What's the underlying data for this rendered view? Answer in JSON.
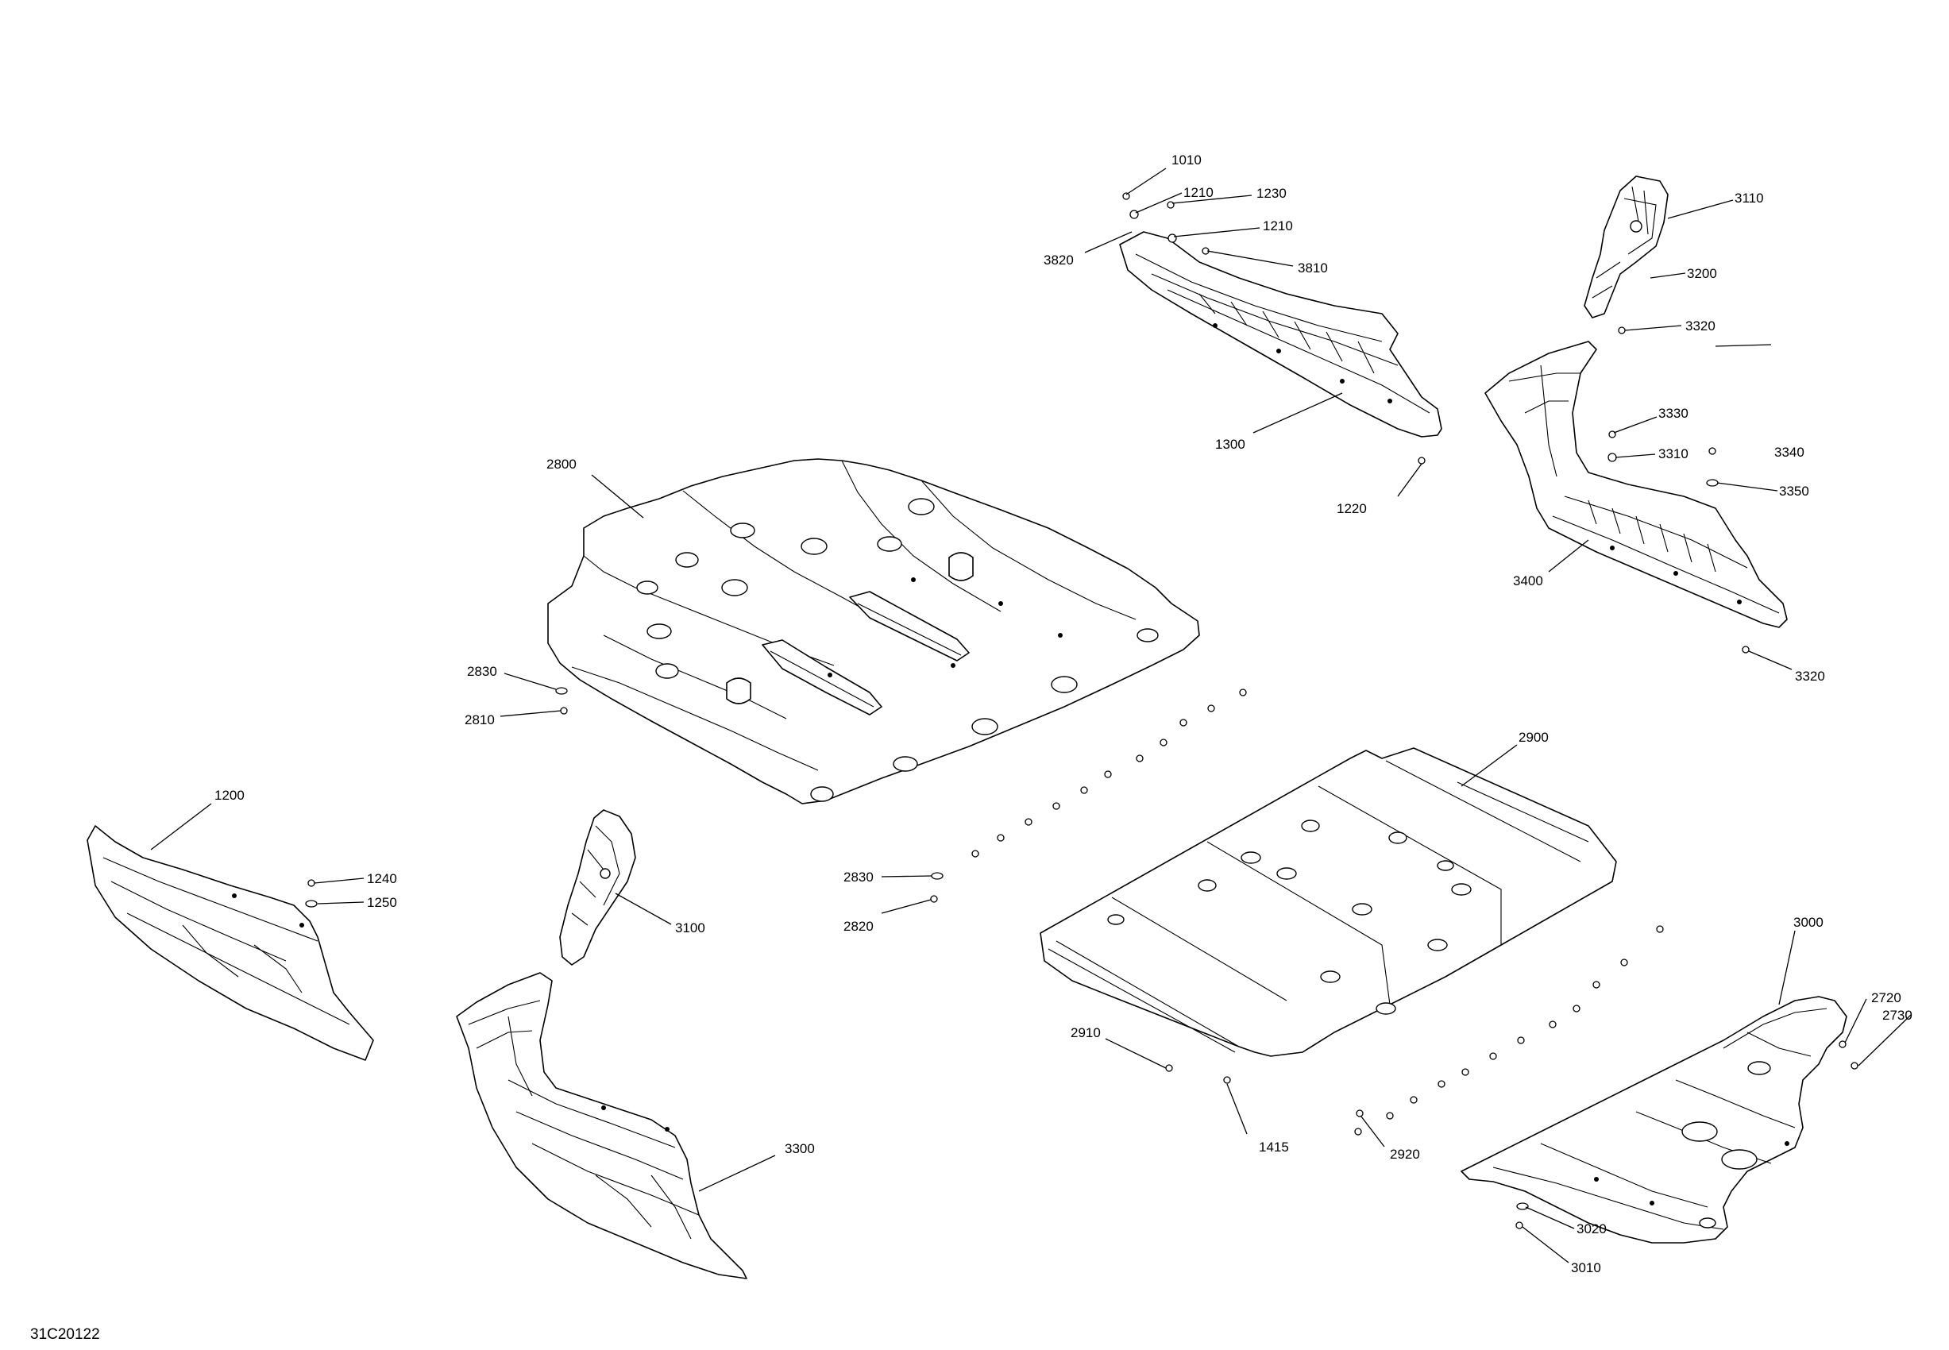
{
  "diagram_id": "31C20122",
  "callouts": [
    {
      "label": "1010"
    },
    {
      "label": "1210"
    },
    {
      "label": "1230"
    },
    {
      "label": "1210"
    },
    {
      "label": "3820"
    },
    {
      "label": "3810"
    },
    {
      "label": "1300"
    },
    {
      "label": "1220"
    },
    {
      "label": "3110"
    },
    {
      "label": "3200"
    },
    {
      "label": "3320"
    },
    {
      "label": "3330"
    },
    {
      "label": "3310"
    },
    {
      "label": "3340"
    },
    {
      "label": "3350"
    },
    {
      "label": "3400"
    },
    {
      "label": "3320"
    },
    {
      "label": "2800"
    },
    {
      "label": "2830"
    },
    {
      "label": "2810"
    },
    {
      "label": "2900"
    },
    {
      "label": "1200"
    },
    {
      "label": "1240"
    },
    {
      "label": "1250"
    },
    {
      "label": "3100"
    },
    {
      "label": "2830"
    },
    {
      "label": "2820"
    },
    {
      "label": "3000"
    },
    {
      "label": "2720"
    },
    {
      "label": "2730"
    },
    {
      "label": "2910"
    },
    {
      "label": "1415"
    },
    {
      "label": "2920"
    },
    {
      "label": "3300"
    },
    {
      "label": "3020"
    },
    {
      "label": "3010"
    }
  ]
}
